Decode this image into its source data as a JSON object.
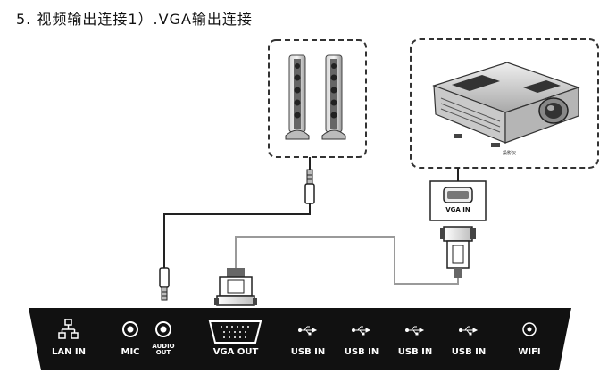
{
  "title": "5. 视频输出连接1）.VGA输出连接",
  "panel": {
    "ports": {
      "lan": "LAN IN",
      "mic": "MIC",
      "audio_out_line1": "AUDIO",
      "audio_out_line2": "OUT",
      "vga_out": "VGA  OUT",
      "usb1": "USB IN",
      "usb2": "USB IN",
      "usb3": "USB IN",
      "usb4": "USB IN",
      "wifi": "WIFI"
    },
    "color": "#111111"
  },
  "projector": {
    "input_label": "VGA IN",
    "caption": "投影仪"
  },
  "colors": {
    "panel": "#111111",
    "vga_cable": "#9a9a9a",
    "audio_cable": "#222222",
    "dash_border": "#333333"
  }
}
